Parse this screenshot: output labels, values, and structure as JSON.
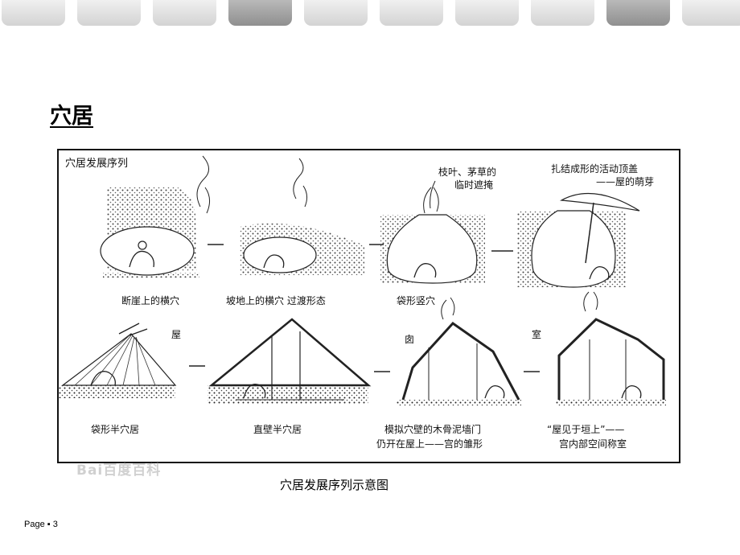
{
  "slide": {
    "title": "穴居",
    "page_label": "Page ▪ 3"
  },
  "figure": {
    "sequence_title": "穴居发展序列",
    "caption": "穴居发展序列示意图",
    "watermark": "Bai百度百科",
    "top_row_labels": [
      "断崖上的横穴",
      "坡地上的横穴 过渡形态",
      "袋形竖穴"
    ],
    "callouts": {
      "branches": [
        "枝叶、茅草的",
        "临时遮掩"
      ],
      "roof_cover": [
        "扎结成形的活动顶盖",
        "——屋的萌芽"
      ],
      "wu": "屋",
      "you": "囱",
      "shi": "室"
    },
    "bottom_row_labels": [
      [
        "袋形半穴居"
      ],
      [
        "直壁半穴居"
      ],
      [
        "模拟穴壁的木骨泥墙门",
        "仍开在屋上——宫的雏形"
      ],
      [
        "“屋见于垣上”——",
        "宫内部空间称室"
      ]
    ]
  }
}
